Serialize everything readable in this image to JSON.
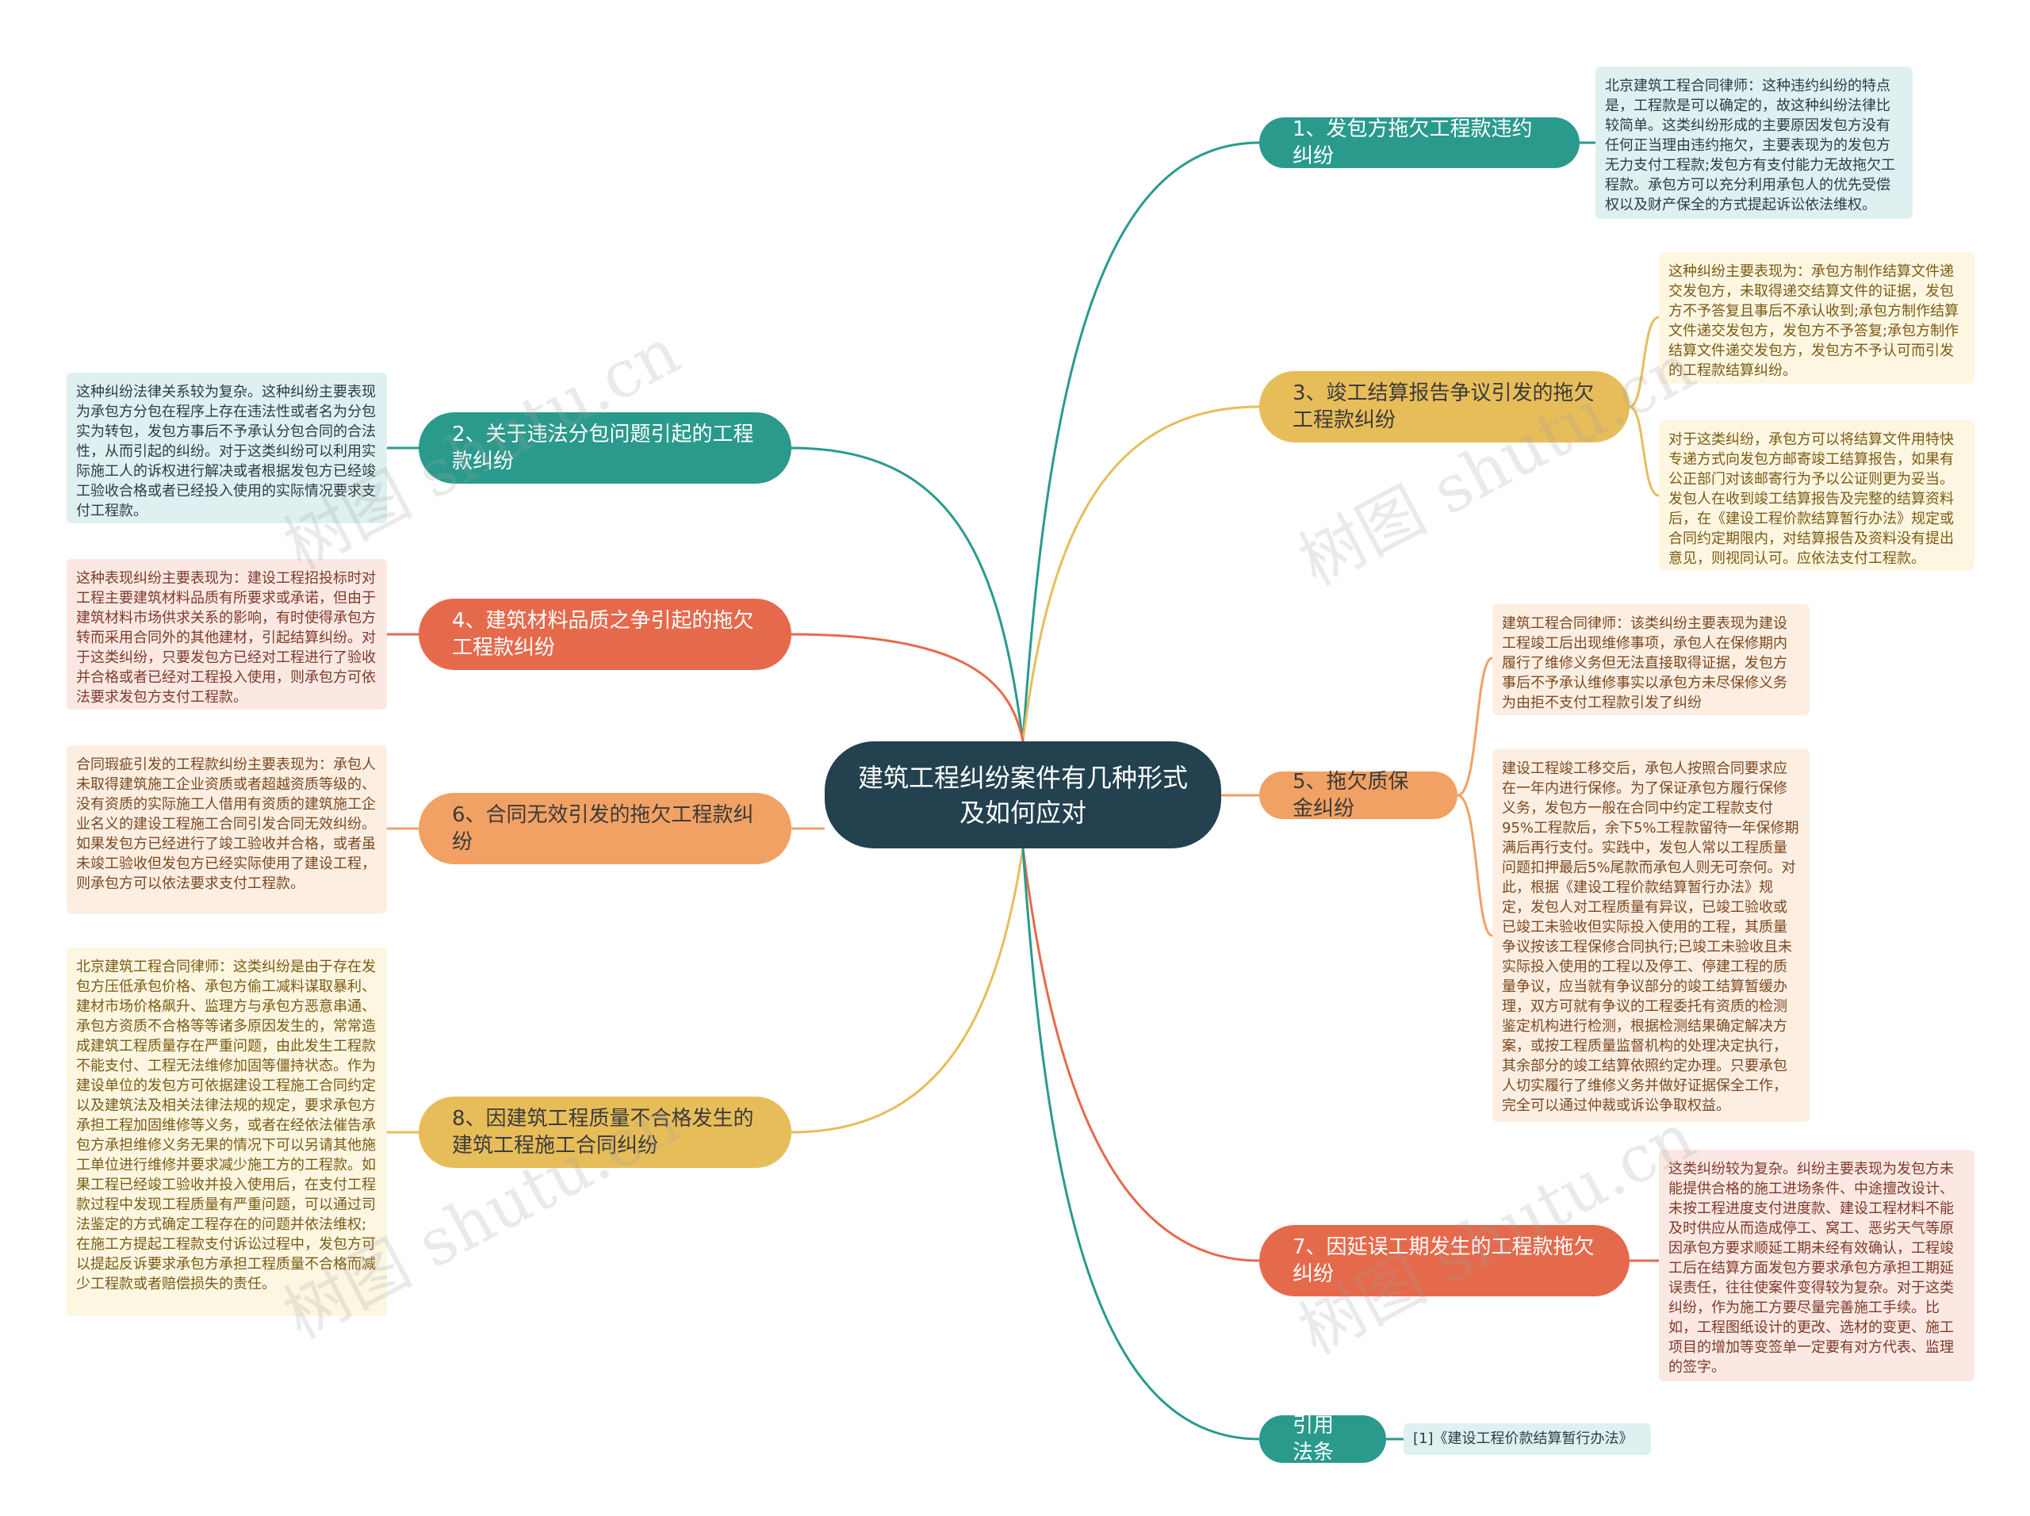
{
  "root": {
    "title": "建筑工程纠纷案件有几种形式及如何应对"
  },
  "branches": [
    {
      "id": "b1",
      "label": "1、发包方拖欠工程款违约纠纷",
      "notes": [
        "北京建筑工程合同律师：这种违约纠纷的特点是，工程款是可以确定的，故这种纠纷法律比较简单。这类纠纷形成的主要原因发包方没有任何正当理由违约拖欠，主要表现为的发包方无力支付工程款;发包方有支付能力无故拖欠工程款。承包方可以充分利用承包人的优先受偿权以及财产保全的方式提起诉讼依法维权。"
      ]
    },
    {
      "id": "b2",
      "label": "2、关于违法分包问题引起的工程款纠纷",
      "notes": [
        "这种纠纷法律关系较为复杂。这种纠纷主要表现为承包方分包在程序上存在违法性或者名为分包实为转包，发包方事后不予承认分包合同的合法性，从而引起的纠纷。对于这类纠纷可以利用实际施工人的诉权进行解决或者根据发包方已经竣工验收合格或者已经投入使用的实际情况要求支付工程款。"
      ]
    },
    {
      "id": "b3",
      "label": "3、竣工结算报告争议引发的拖欠工程款纠纷",
      "notes": [
        "这种纠纷主要表现为：承包方制作结算文件递交发包方，未取得递交结算文件的证据，发包方不予答复且事后不承认收到;承包方制作结算文件递交发包方，发包方不予答复;承包方制作结算文件递交发包方，发包方不予认可而引发的工程款结算纠纷。",
        "对于这类纠纷，承包方可以将结算文件用特快专递方式向发包方邮寄竣工结算报告，如果有公正部门对该邮寄行为予以公证则更为妥当。发包人在收到竣工结算报告及完整的结算资料后，在《建设工程价款结算暂行办法》规定或合同约定期限内，对结算报告及资料没有提出意见，则视同认可。应依法支付工程款。"
      ]
    },
    {
      "id": "b4",
      "label": "4、建筑材料品质之争引起的拖欠工程款纠纷",
      "notes": [
        "这种表现纠纷主要表现为：建设工程招投标时对工程主要建筑材料品质有所要求或承诺，但由于建筑材料市场供求关系的影响，有时使得承包方转而采用合同外的其他建材，引起结算纠纷。对于这类纠纷，只要发包方已经对工程进行了验收并合格或者已经对工程投入使用，则承包方可依法要求发包方支付工程款。"
      ]
    },
    {
      "id": "b5",
      "label": "5、拖欠质保金纠纷",
      "notes": [
        "建筑工程合同律师：该类纠纷主要表现为建设工程竣工后出现维修事项，承包人在保修期内履行了维修义务但无法直接取得证据，发包方事后不予承认维修事实以承包方未尽保修义务为由拒不支付工程款引发了纠纷",
        "建设工程竣工移交后，承包人按照合同要求应在一年内进行保修。为了保证承包方履行保修义务，发包方一般在合同中约定工程款支付95%工程款后，余下5%工程款留待一年保修期满后再行支付。实践中，发包人常以工程质量问题扣押最后5%尾款而承包人则无可奈何。对此，根据《建设工程价款结算暂行办法》规定，发包人对工程质量有异议，已竣工验收或已竣工未验收但实际投入使用的工程，其质量争议按该工程保修合同执行;已竣工未验收且未实际投入使用的工程以及停工、停建工程的质量争议，应当就有争议部分的竣工结算暂缓办理，双方可就有争议的工程委托有资质的检测鉴定机构进行检测，根据检测结果确定解决方案，或按工程质量监督机构的处理决定执行，其余部分的竣工结算依照约定办理。只要承包人切实履行了维修义务并做好证据保全工作，完全可以通过仲裁或诉讼争取权益。"
      ]
    },
    {
      "id": "b6",
      "label": "6、合同无效引发的拖欠工程款纠纷",
      "notes": [
        "合同瑕疵引发的工程款纠纷主要表现为：承包人未取得建筑施工企业资质或者超越资质等级的、没有资质的实际施工人借用有资质的建筑施工企业名义的建设工程施工合同引发合同无效纠纷。如果发包方已经进行了竣工验收并合格，或者虽未竣工验收但发包方已经实际使用了建设工程，则承包方可以依法要求支付工程款。"
      ]
    },
    {
      "id": "b7",
      "label": "7、因延误工期发生的工程款拖欠纠纷",
      "notes": [
        "这类纠纷较为复杂。纠纷主要表现为发包方未能提供合格的施工进场条件、中途擅改设计、未按工程进度支付进度款、建设工程材料不能及时供应从而造成停工、窝工、恶劣天气等原因承包方要求顺延工期未经有效确认，工程竣工后在结算方面发包方要求承包方承担工期延误责任，往往使案件变得较为复杂。对于这类纠纷，作为施工方要尽量完善施工手续。比如，工程图纸设计的更改、选材的变更、施工项目的增加等变签单一定要有对方代表、监理的签字。"
      ]
    },
    {
      "id": "b8",
      "label": "8、因建筑工程质量不合格发生的建筑工程施工合同纠纷",
      "notes": [
        "北京建筑工程合同律师：这类纠纷是由于存在发包方压低承包价格、承包方偷工减料谋取暴利、建材市场价格飙升、监理方与承包方恶意串通、承包方资质不合格等等诸多原因发生的，常常造成建筑工程质量存在严重问题，由此发生工程款不能支付、工程无法维修加固等僵持状态。作为建设单位的发包方可依据建设工程施工合同约定以及建筑法及相关法律法规的规定，要求承包方承担工程加固维修等义务，或者在经依法催告承包方承担维修义务无果的情况下可以另请其他施工单位进行维修并要求减少施工方的工程款。如果工程已经竣工验收并投入使用后，在支付工程款过程中发现工程质量有严重问题，可以通过司法鉴定的方式确定工程存在的问题并依法维权;在施工方提起工程款支付诉讼过程中，发包方可以提起反诉要求承包方承担工程质量不合格而减少工程款或者赔偿损失的责任。"
      ]
    },
    {
      "id": "b9",
      "label": "引用法条",
      "notes": [
        "[1]《建设工程价款结算暂行办法》"
      ]
    }
  ],
  "watermark": {
    "text": "树图 shutu.cn"
  },
  "colors": {
    "root": "#23414f",
    "teal": "#2a9a8d",
    "gold": "#e7bd5a",
    "red": "#e56a4c",
    "orange": "#f1a163",
    "teal_note": "#dff0f0",
    "gold_note": "#fdf6e1",
    "red_note": "#fbe8e3",
    "orange_note": "#fdeee2"
  }
}
